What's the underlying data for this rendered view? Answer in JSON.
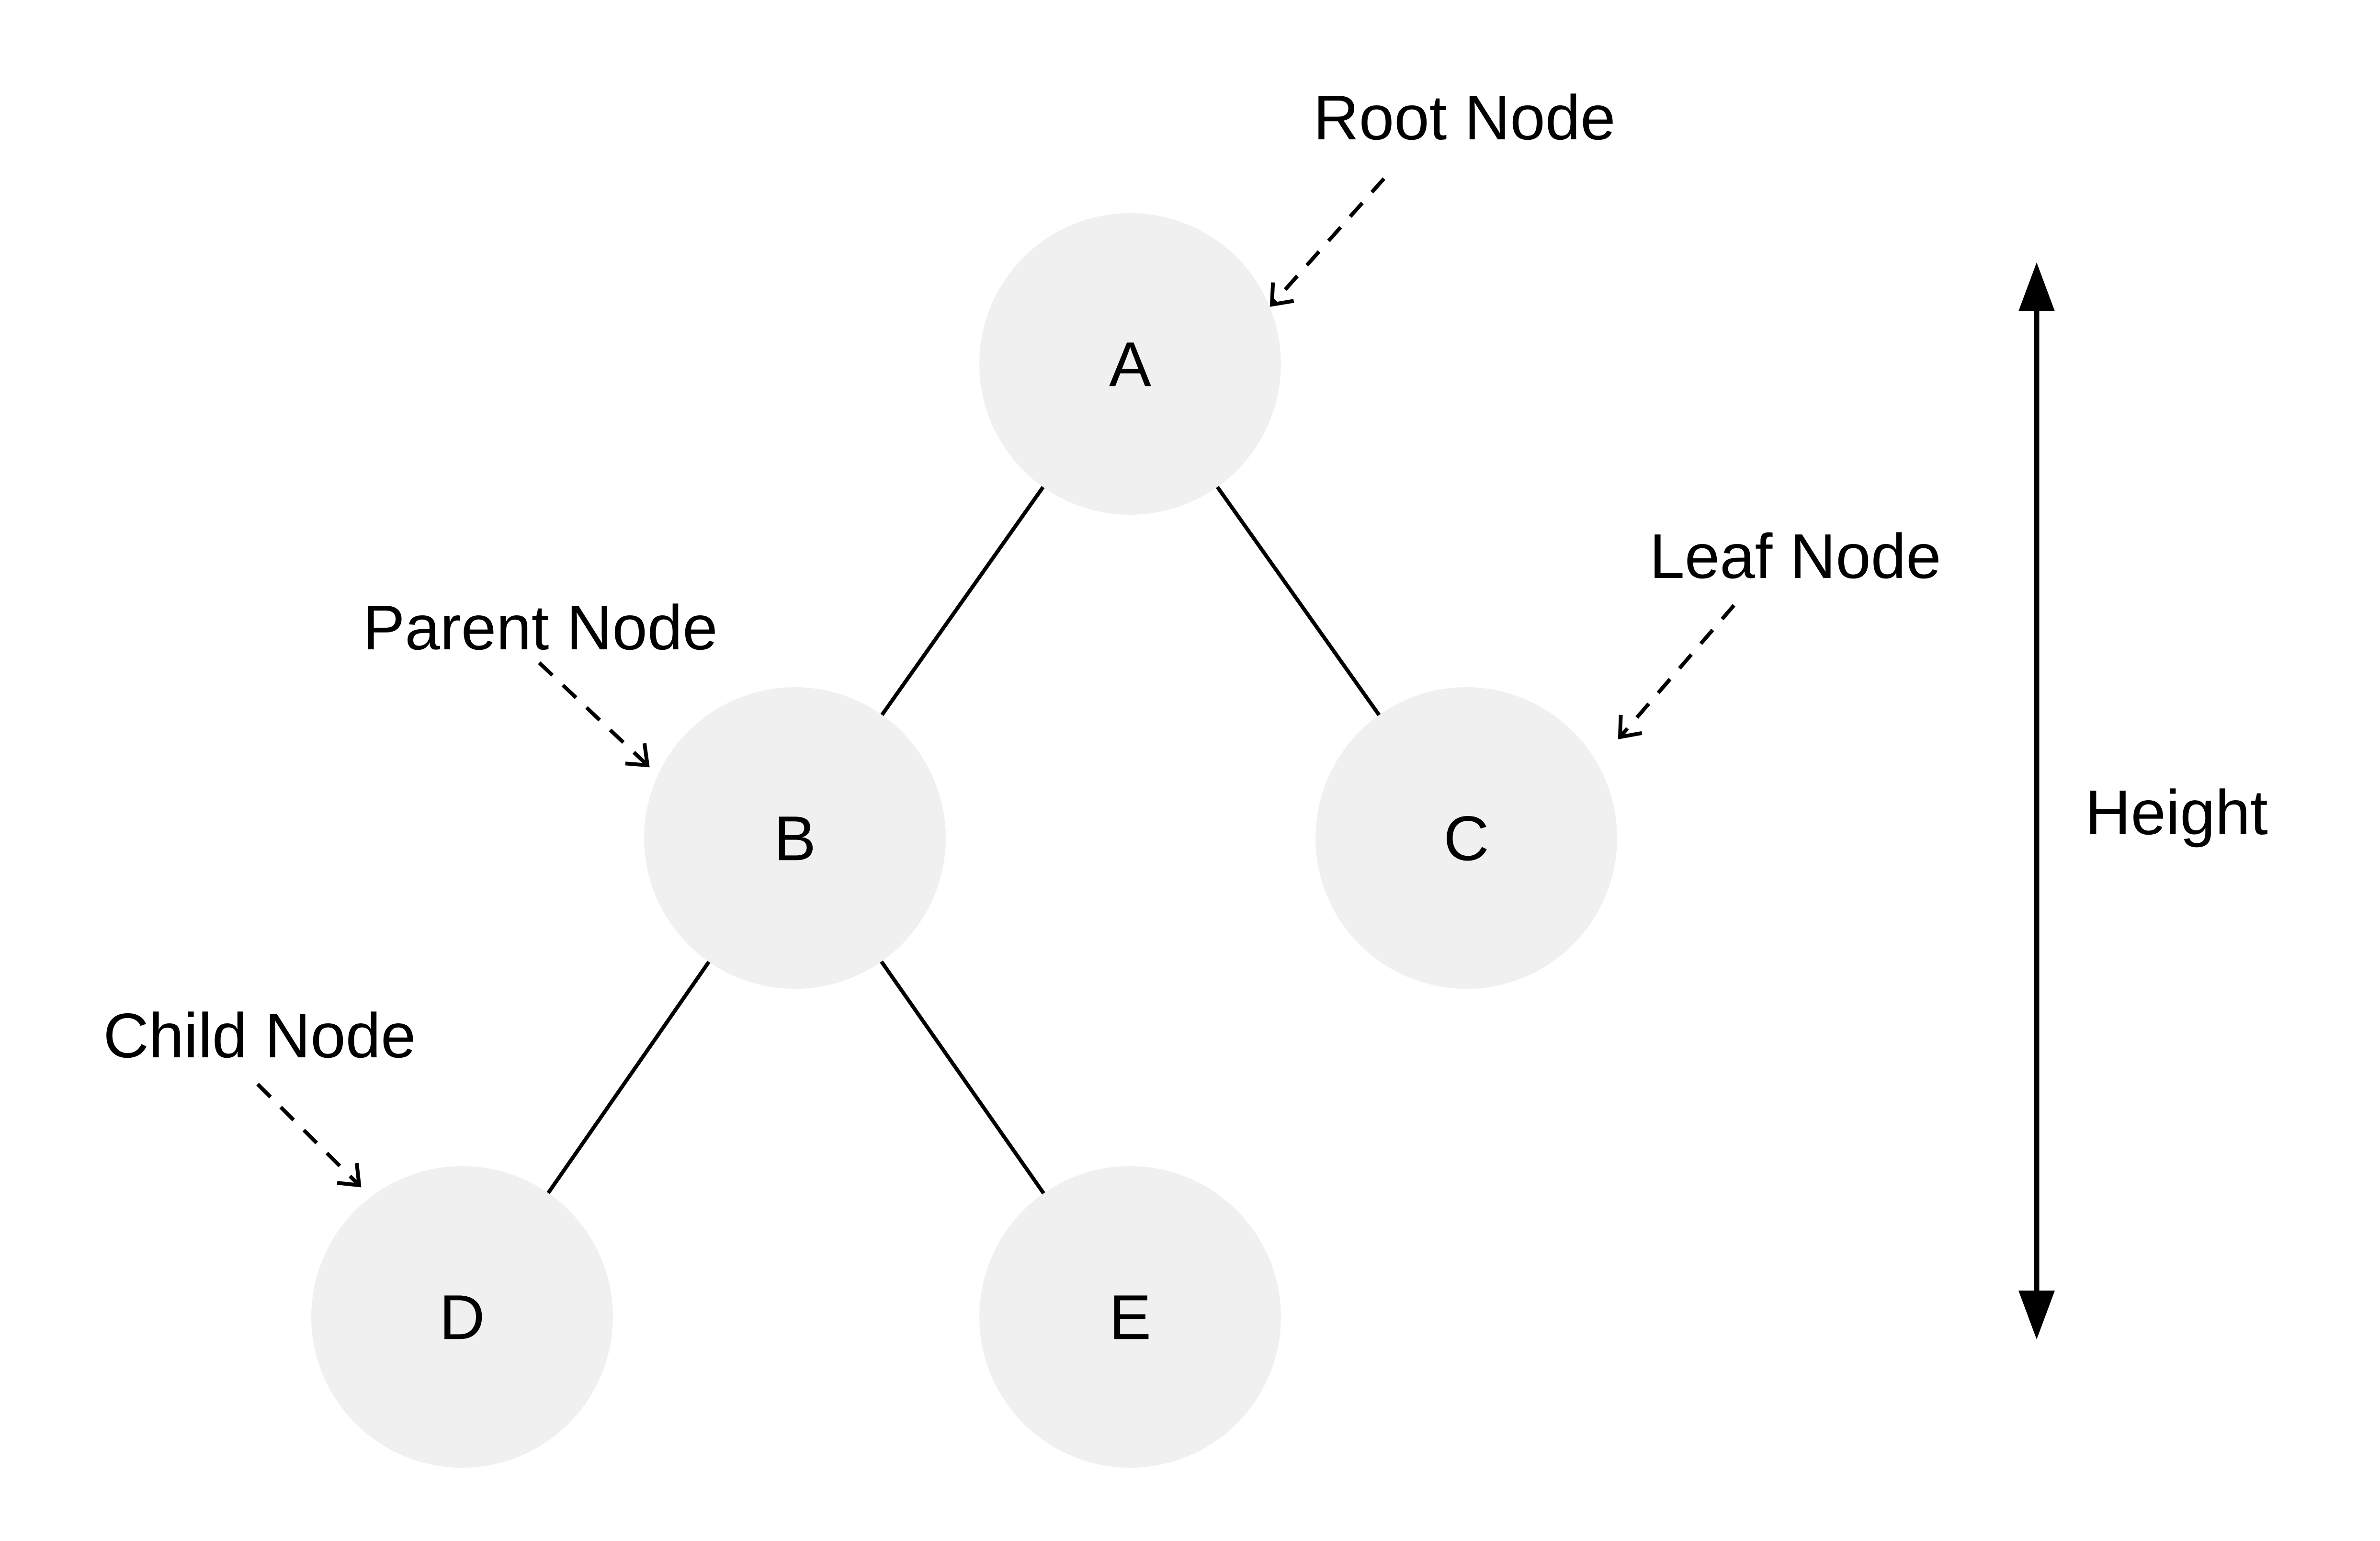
{
  "diagram": {
    "type": "binary-tree",
    "background_color": "#ffffff",
    "node_fill_color": "#f0f0f0",
    "stroke_color": "#000000",
    "text_color": "#000000",
    "nodes": [
      {
        "id": "A",
        "label": "A"
      },
      {
        "id": "B",
        "label": "B"
      },
      {
        "id": "C",
        "label": "C"
      },
      {
        "id": "D",
        "label": "D"
      },
      {
        "id": "E",
        "label": "E"
      }
    ],
    "edges": [
      {
        "from": "A",
        "to": "B"
      },
      {
        "from": "A",
        "to": "C"
      },
      {
        "from": "B",
        "to": "D"
      },
      {
        "from": "B",
        "to": "E"
      }
    ],
    "annotations": [
      {
        "label": "Root Node",
        "target": "A"
      },
      {
        "label": "Parent Node",
        "target": "B"
      },
      {
        "label": "Leaf Node",
        "target": "C"
      },
      {
        "label": "Child Node",
        "target": "D"
      }
    ],
    "height_indicator": {
      "label": "Height"
    }
  }
}
